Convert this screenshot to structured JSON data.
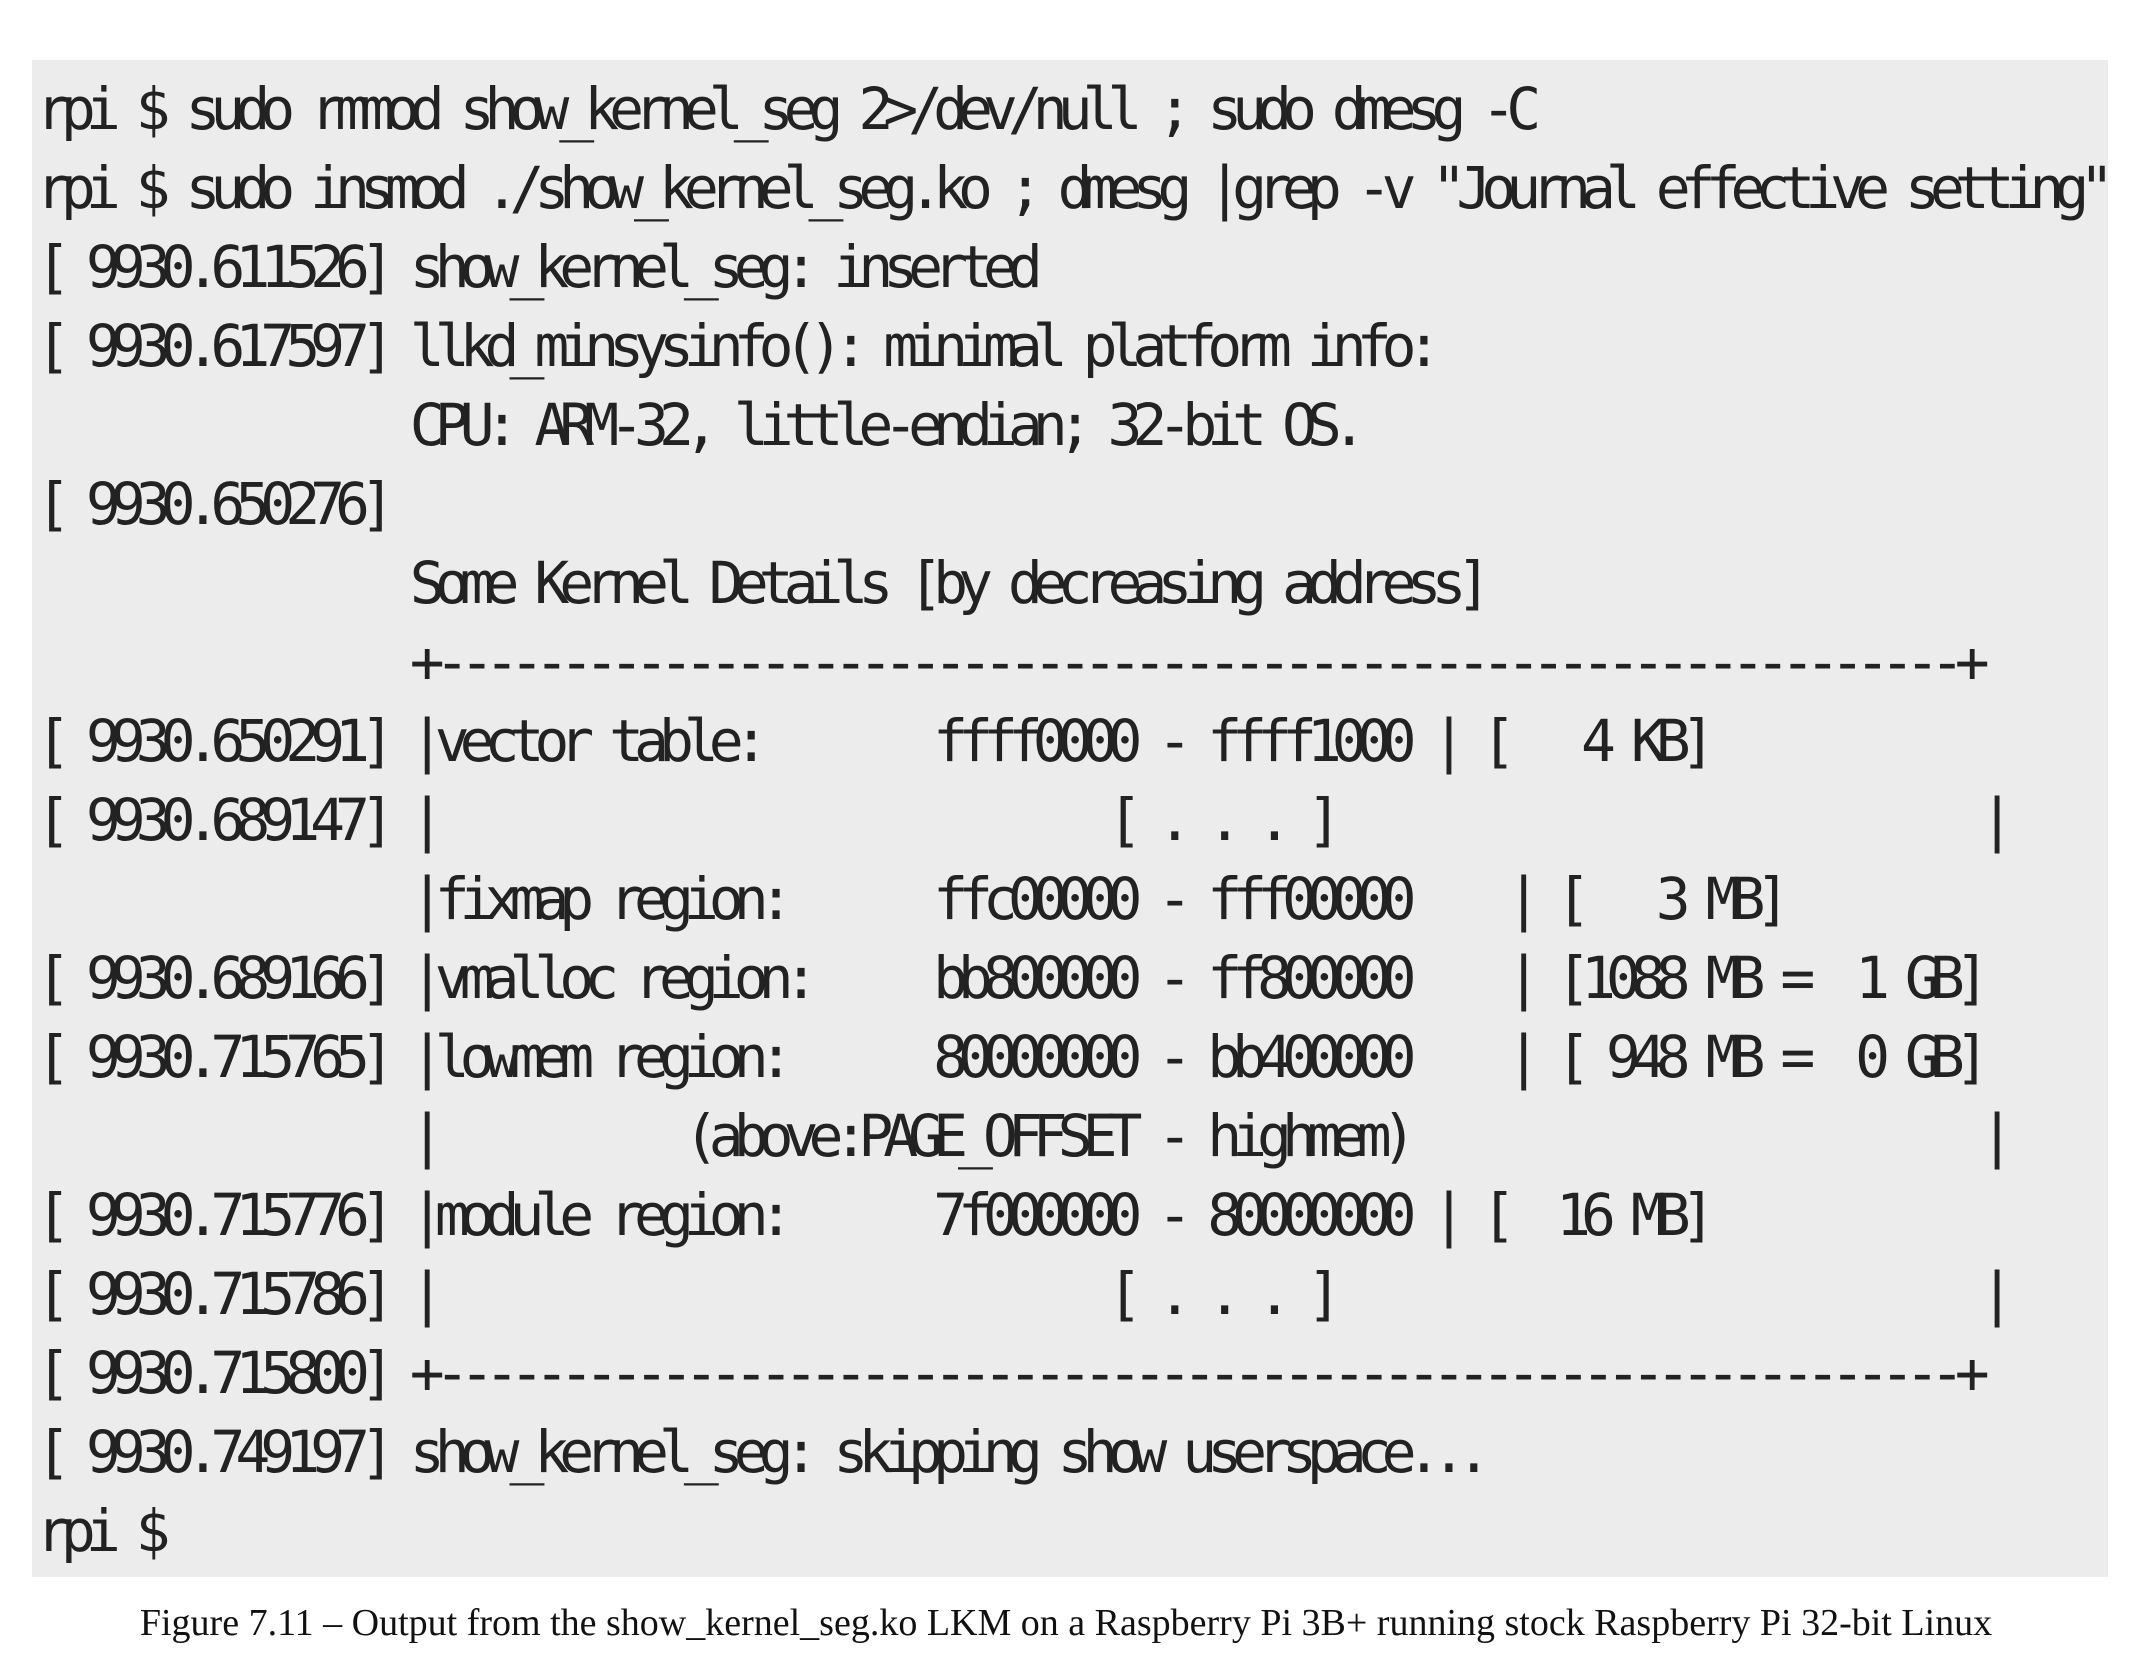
{
  "terminal": {
    "background": "#ececec",
    "lines": [
      "rpi $ sudo rmmod show_kernel_seg 2>/dev/null ; sudo dmesg -C",
      "rpi $ sudo insmod ./show_kernel_seg.ko ; dmesg |grep -v \"Journal effective setting\"",
      "[ 9930.611526] show_kernel_seg: inserted",
      "[ 9930.617597] llkd_minsysinfo(): minimal platform info:",
      "               CPU: ARM-32, little-endian; 32-bit OS.",
      "[ 9930.650276]",
      "               Some Kernel Details [by decreasing address]",
      "               +-------------------------------------------------------------+",
      "[ 9930.650291] |vector table:       ffff0000 - ffff1000 | [   4 KB]",
      "[ 9930.689147] |                           [ . . . ]                          |",
      "               |fixmap region:      ffc00000 - fff00000    | [   3 MB]",
      "[ 9930.689166] |vmalloc region:     bb800000 - ff800000    | [1088 MB =  1 GB]",
      "[ 9930.715765] |lowmem region:      80000000 - bb400000    | [ 948 MB =  0 GB]",
      "               |          (above:PAGE_OFFSET - highmem)                       |",
      "[ 9930.715776] |module region:      7f000000 - 80000000 | [  16 MB]",
      "[ 9930.715786] |                           [ . . . ]                          |",
      "[ 9930.715800] +-------------------------------------------------------------+",
      "[ 9930.749197] show_kernel_seg: skipping show userspace...",
      "rpi $"
    ]
  },
  "caption": "Figure 7.11 – Output from the show_kernel_seg.ko LKM on a Raspberry Pi 3B+ running stock Raspberry Pi 32-bit Linux"
}
